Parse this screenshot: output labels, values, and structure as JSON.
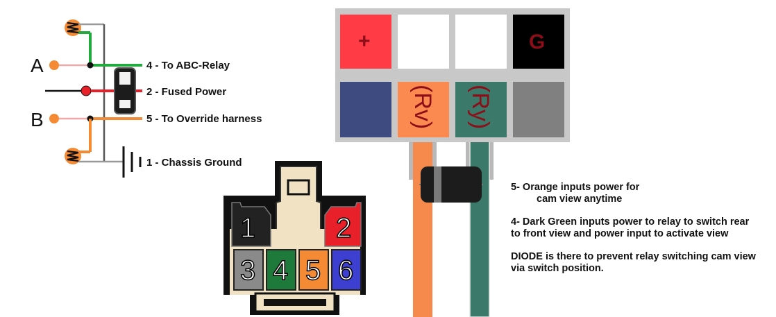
{
  "wiring": {
    "label_a": "A",
    "label_b": "B",
    "pin4": "4 - To ABC-Relay",
    "pin2": "2 - Fused Power",
    "pin5": "5 - To Override harness",
    "pin1": "1 - Chassis Ground"
  },
  "connector": {
    "pins": [
      "1",
      "2",
      "3",
      "4",
      "5",
      "6"
    ]
  },
  "terminal_block": {
    "plus": "+",
    "ground": "G",
    "rv": "(Rv)",
    "ry": "(Ry)"
  },
  "notes": {
    "orange_line1": "5- Orange inputs power for",
    "orange_line2": "cam view anytime",
    "green": "4- Dark Green inputs power to relay to switch rear to front view and power input to activate view",
    "diode": "DIODE is there to prevent relay switching cam view via switch position."
  },
  "colors": {
    "red": "#e8202a",
    "green": "#22aa3c",
    "orange": "#f58a34",
    "dark_green": "#3b7a6a",
    "navy": "#3d4b80",
    "grey": "#808080"
  }
}
